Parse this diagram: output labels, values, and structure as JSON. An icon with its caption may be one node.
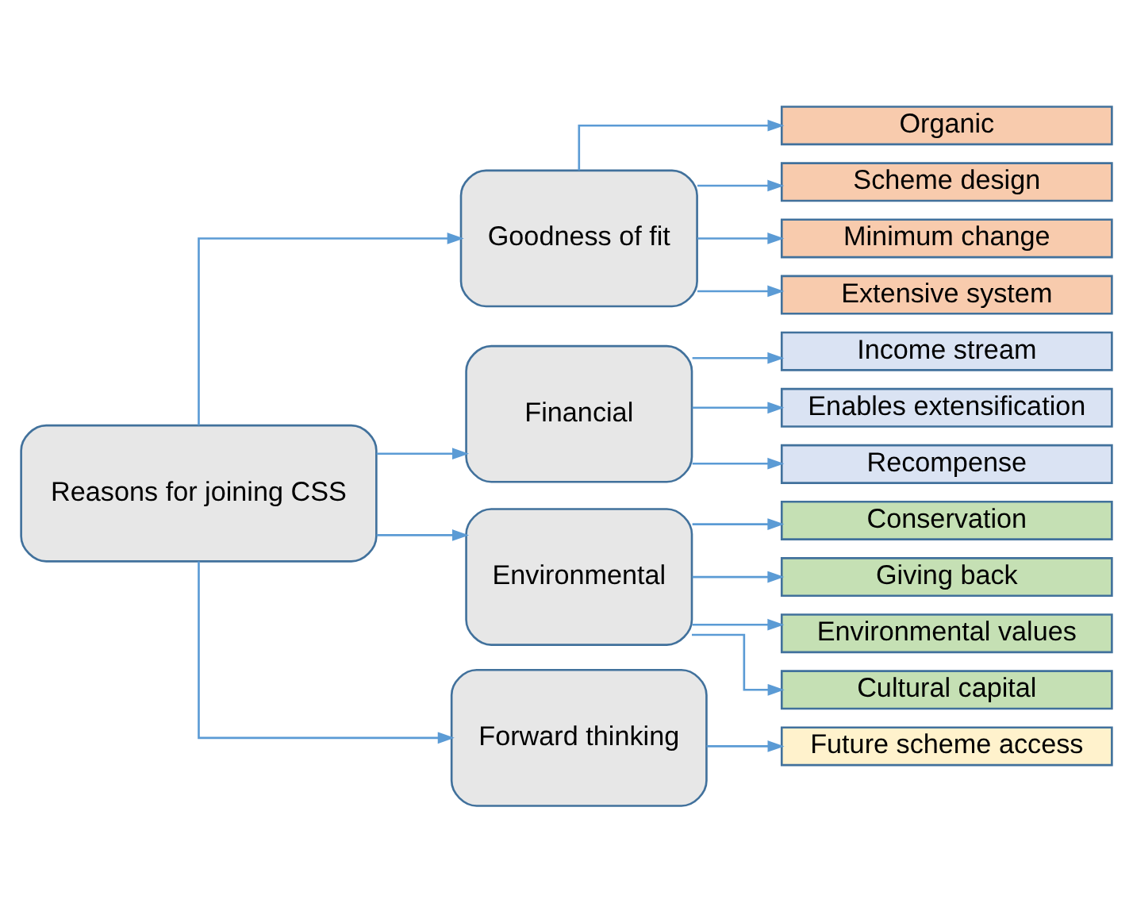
{
  "diagram": {
    "nodes": [
      {
        "text": [
          "Reasons for joining CSS"
        ]
      },
      {
        "text": [
          "Goodness of fit"
        ]
      },
      {
        "text": [
          "Organic"
        ]
      },
      {
        "text": [
          "Scheme design"
        ]
      },
      {
        "text": [
          "Minimum change"
        ]
      },
      {
        "text": [
          "Extensive system"
        ]
      },
      {
        "text": [
          "Financial"
        ]
      },
      {
        "text": [
          "Income stream"
        ]
      },
      {
        "text": [
          "Enables extensification"
        ]
      },
      {
        "text": [
          "Recompense"
        ]
      },
      {
        "text": [
          "Environmental"
        ]
      },
      {
        "text": [
          "Conservation"
        ]
      },
      {
        "text": [
          "Giving back"
        ]
      },
      {
        "text": [
          "Environmental values"
        ]
      },
      {
        "text": [
          "Cultural capital"
        ]
      },
      {
        "text": [
          "Forward thinking"
        ]
      },
      {
        "text": [
          "Future scheme access"
        ]
      }
    ],
    "edges": [
      {
        "from": 0,
        "to": 1,
        "arrow": "to"
      },
      {
        "from": 0,
        "to": 6,
        "arrow": "to"
      },
      {
        "from": 0,
        "to": 10,
        "arrow": "to"
      },
      {
        "from": 0,
        "to": 15,
        "arrow": "to"
      },
      {
        "from": 1,
        "to": 2,
        "arrow": "to"
      },
      {
        "from": 1,
        "to": 3,
        "arrow": "to"
      },
      {
        "from": 1,
        "to": 4,
        "arrow": "to"
      },
      {
        "from": 1,
        "to": 5,
        "arrow": "to"
      },
      {
        "from": 6,
        "to": 7,
        "arrow": "to"
      },
      {
        "from": 6,
        "to": 8,
        "arrow": "to"
      },
      {
        "from": 6,
        "to": 9,
        "arrow": "to"
      },
      {
        "from": 10,
        "to": 11,
        "arrow": "to"
      },
      {
        "from": 10,
        "to": 12,
        "arrow": "to"
      },
      {
        "from": 10,
        "to": 13,
        "arrow": "to"
      },
      {
        "from": 10,
        "to": 14,
        "arrow": "to"
      },
      {
        "from": 15,
        "to": 16,
        "arrow": "to"
      }
    ]
  }
}
